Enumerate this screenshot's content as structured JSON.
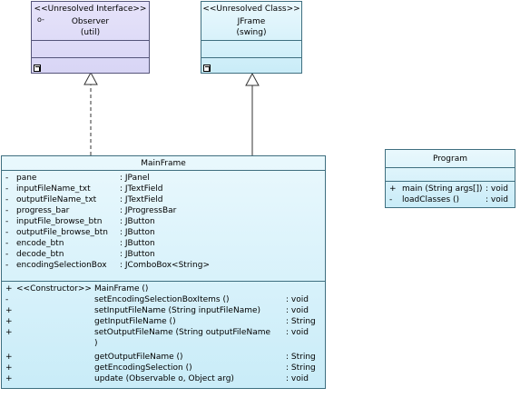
{
  "observer": {
    "stereotype": "<<Unresolved Interface>>",
    "name": "Observer",
    "package": "(util)",
    "icon": "o-"
  },
  "jframe": {
    "stereotype": "<<Unresolved Class>>",
    "name": "JFrame",
    "package": "(swing)"
  },
  "mainframe": {
    "name": "MainFrame",
    "attributes": [
      {
        "vis": "-",
        "name": "pane",
        "type": ": JPanel"
      },
      {
        "vis": "-",
        "name": "inputFileName_txt",
        "type": ": JTextField"
      },
      {
        "vis": "-",
        "name": "outputFileName_txt",
        "type": ": JTextField"
      },
      {
        "vis": "-",
        "name": "progress_bar",
        "type": ": JProgressBar"
      },
      {
        "vis": "-",
        "name": "inputFile_browse_btn",
        "type": ": JButton"
      },
      {
        "vis": "-",
        "name": "outputFile_browse_btn",
        "type": ": JButton"
      },
      {
        "vis": "-",
        "name": "encode_btn",
        "type": ": JButton"
      },
      {
        "vis": "-",
        "name": "decode_btn",
        "type": ": JButton"
      },
      {
        "vis": "-",
        "name": "encodingSelectionBox",
        "type": ": JComboBox<String>"
      }
    ],
    "operations": [
      {
        "vis": "+",
        "stereo": "<<Constructor>>",
        "name": "MainFrame ()",
        "type": ""
      },
      {
        "vis": "-",
        "stereo": "",
        "name": "setEncodingSelectionBoxItems ()",
        "type": ": void"
      },
      {
        "vis": "+",
        "stereo": "",
        "name": "setInputFileName (String inputFileName)",
        "type": ": void"
      },
      {
        "vis": "+",
        "stereo": "",
        "name": "getInputFileName ()",
        "type": ": String"
      },
      {
        "vis": "+",
        "stereo": "",
        "name": "setOutputFileName (String outputFileName",
        "type": ": void"
      },
      {
        "vis": "",
        "stereo": "",
        "name": ")",
        "type": ""
      },
      {
        "vis": "+",
        "stereo": "",
        "name": "getOutputFileName ()",
        "type": ": String"
      },
      {
        "vis": "+",
        "stereo": "",
        "name": "getEncodingSelection ()",
        "type": ": String"
      },
      {
        "vis": "+",
        "stereo": "",
        "name": "update (Observable o, Object arg)",
        "type": ": void"
      }
    ]
  },
  "program": {
    "name": "Program",
    "operations": [
      {
        "vis": "+",
        "name": "main (String args[])",
        "type": ": void"
      },
      {
        "vis": "-",
        "name": "loadClasses ()",
        "type": ": void"
      }
    ]
  }
}
